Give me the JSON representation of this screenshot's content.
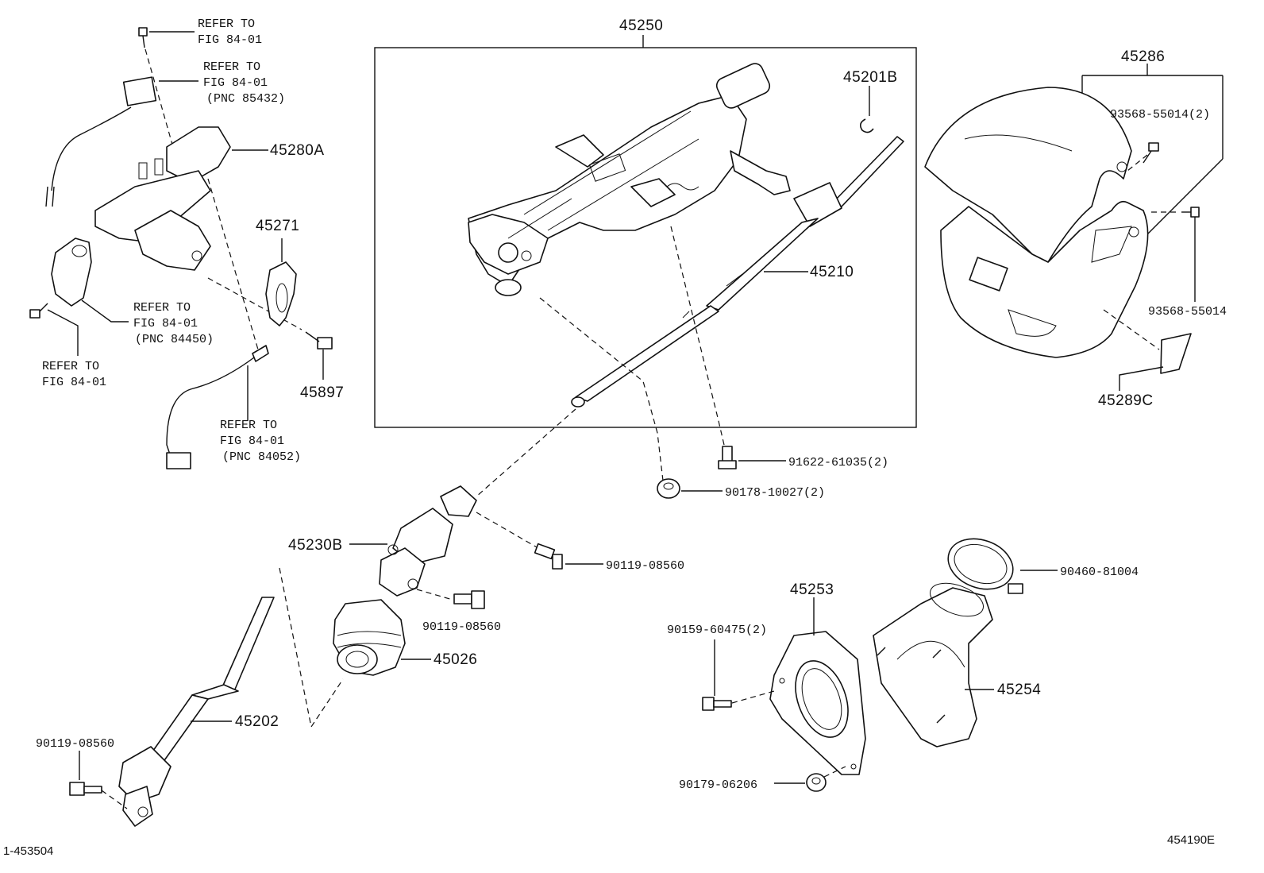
{
  "diagram": {
    "part_45250": "45250",
    "part_45201B": "45201B",
    "part_45286": "45286",
    "part_45280A": "45280A",
    "part_45271": "45271",
    "part_45897": "45897",
    "part_45210": "45210",
    "part_45289C": "45289C",
    "part_45230B": "45230B",
    "part_45026": "45026",
    "part_45202": "45202",
    "part_45253": "45253",
    "part_45254": "45254",
    "bolt_93568_55014_x2": "93568-55014(2)",
    "bolt_93568_55014": "93568-55014",
    "bolt_91622_61035": "91622-61035(2)",
    "nut_90178_10027": "90178-10027(2)",
    "bolt_90119_08560_a": "90119-08560",
    "bolt_90119_08560_b": "90119-08560",
    "bolt_90119_08560_c": "90119-08560",
    "clamp_90460_81004": "90460-81004",
    "bolt_90159_60475": "90159-60475(2)",
    "nut_90179_06206": "90179-06206",
    "refer_line1": "REFER TO",
    "refer_line2": "FIG 84-01",
    "refer_pnc_85432": "(PNC 85432)",
    "refer_pnc_84450": "(PNC 84450)",
    "refer_pnc_84052": "(PNC 84052)",
    "footer_left": "1-453504",
    "footer_right": "454190E"
  }
}
